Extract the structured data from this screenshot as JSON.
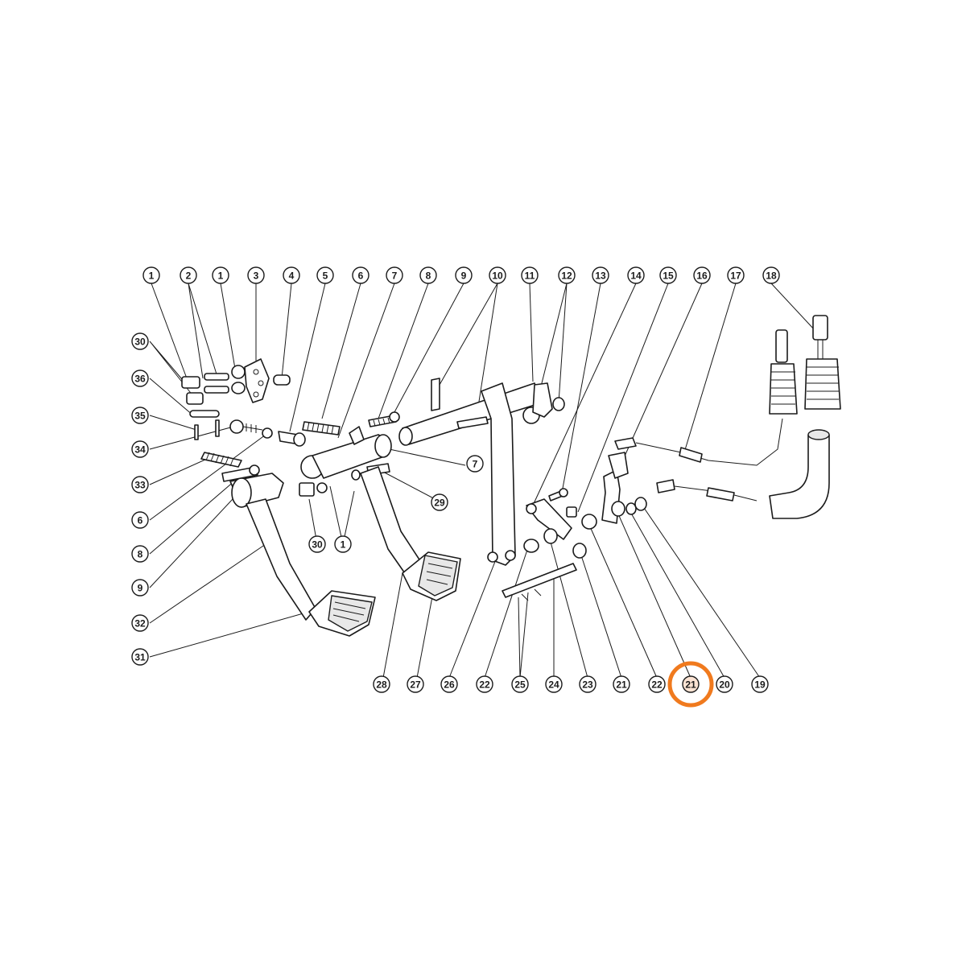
{
  "accent_color": "#f07a1e",
  "highlight_fill": "#fbe3d3",
  "highlighted_callout": "21",
  "callouts_top": [
    "1",
    "2",
    "1",
    "3",
    "4",
    "5",
    "6",
    "7",
    "8",
    "9",
    "10",
    "11",
    "12",
    "13",
    "14",
    "15",
    "16",
    "17",
    "18"
  ],
  "callouts_left": [
    "30",
    "36",
    "35",
    "34",
    "33",
    "6",
    "8",
    "9",
    "32",
    "31"
  ],
  "callouts_bottom": [
    "28",
    "27",
    "26",
    "22",
    "25",
    "24",
    "23",
    "21",
    "22",
    "21",
    "20",
    "19"
  ],
  "callouts_inline": [
    "7",
    "29",
    "30",
    "1"
  ]
}
